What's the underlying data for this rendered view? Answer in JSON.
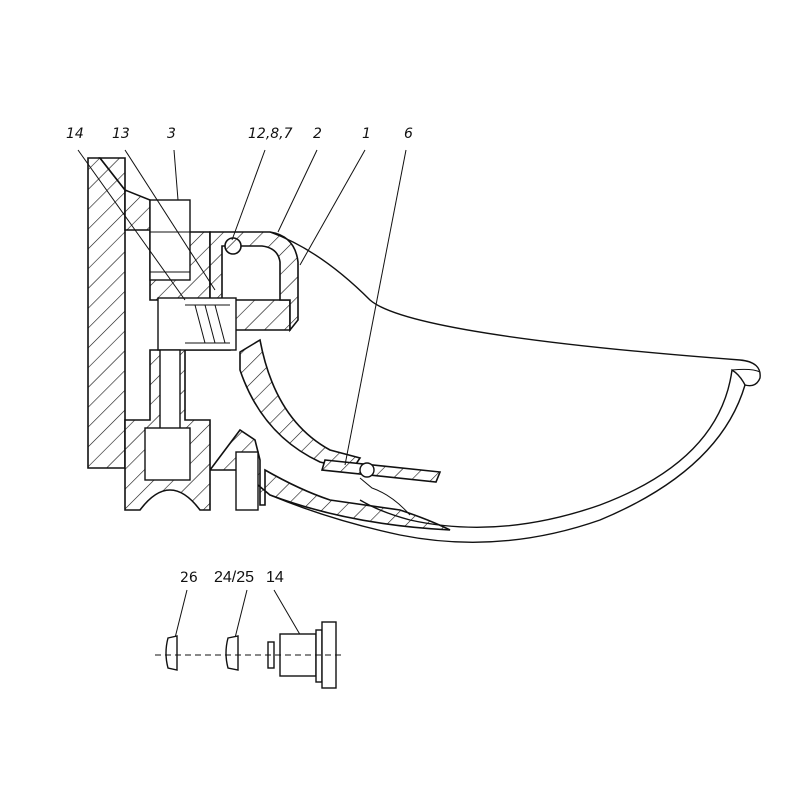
{
  "figure": {
    "top_labels": [
      "14",
      "13",
      "3",
      "12,8,7",
      "2",
      "1",
      "6"
    ],
    "bottom_labels": [
      "26",
      "24/25",
      "14"
    ],
    "line_color": "#111111"
  }
}
